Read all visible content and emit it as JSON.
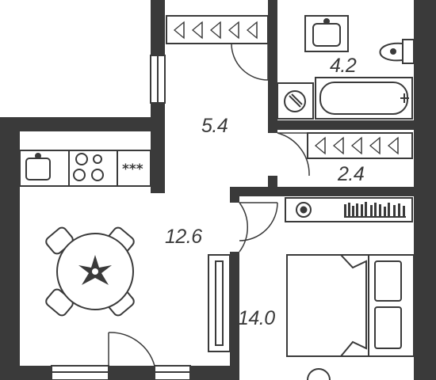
{
  "rooms": [
    {
      "id": "hallway",
      "area": "5.4"
    },
    {
      "id": "bathroom",
      "area": "4.2"
    },
    {
      "id": "closet",
      "area": "2.4"
    },
    {
      "id": "kitchen",
      "area": "12.6"
    },
    {
      "id": "bedroom",
      "area": "14.0"
    }
  ],
  "stove_symbol": "***",
  "colors": {
    "wall": "#3a3a3a",
    "line": "#3a3a3a",
    "floor": "#ffffff"
  }
}
